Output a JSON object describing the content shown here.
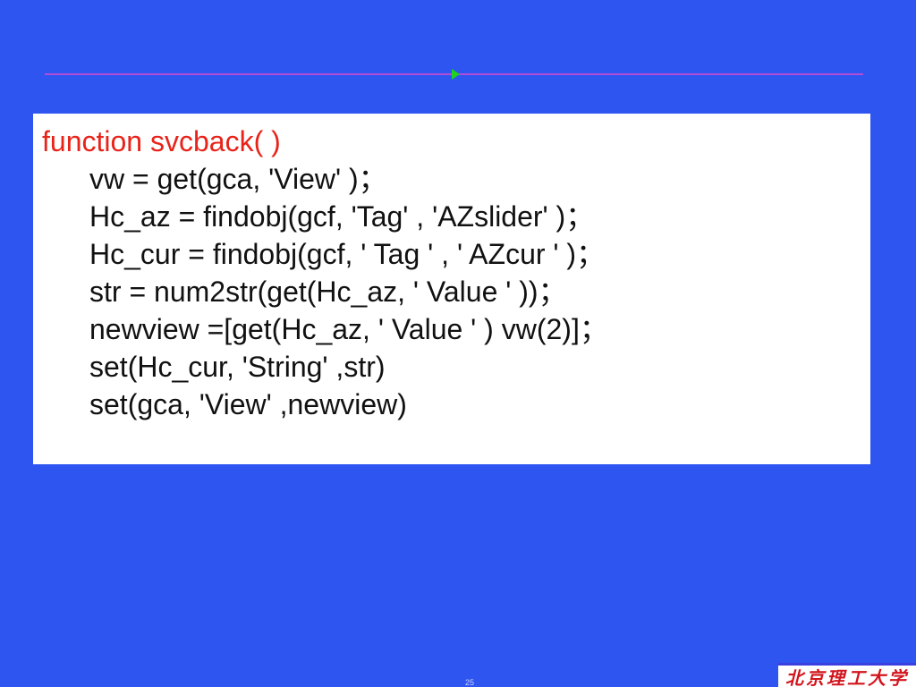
{
  "code": {
    "header": "function svcback( )",
    "lines": [
      "vw = get(gca, 'View' )；",
      "Hc_az = findobj(gcf, 'Tag' , 'AZslider' )；",
      "Hc_cur = findobj(gcf, ' Tag ' , ' AZcur ' )；",
      "str = num2str(get(Hc_az, ' Value ' ))；",
      "newview =[get(Hc_az, ' Value ' ) vw(2)]；",
      "set(Hc_cur, 'String' ,str)",
      "set(gca, 'View' ,newview)"
    ]
  },
  "footer": {
    "page_number": "25",
    "logo_text": "北京理工大学"
  },
  "colors": {
    "background": "#2e55f0",
    "rule": "#b44cd6",
    "marker": "#1fd31f",
    "code_box": "#ffffff",
    "code_header": "#e8231a",
    "code_text": "#111111",
    "logo_text": "#d2141c"
  }
}
